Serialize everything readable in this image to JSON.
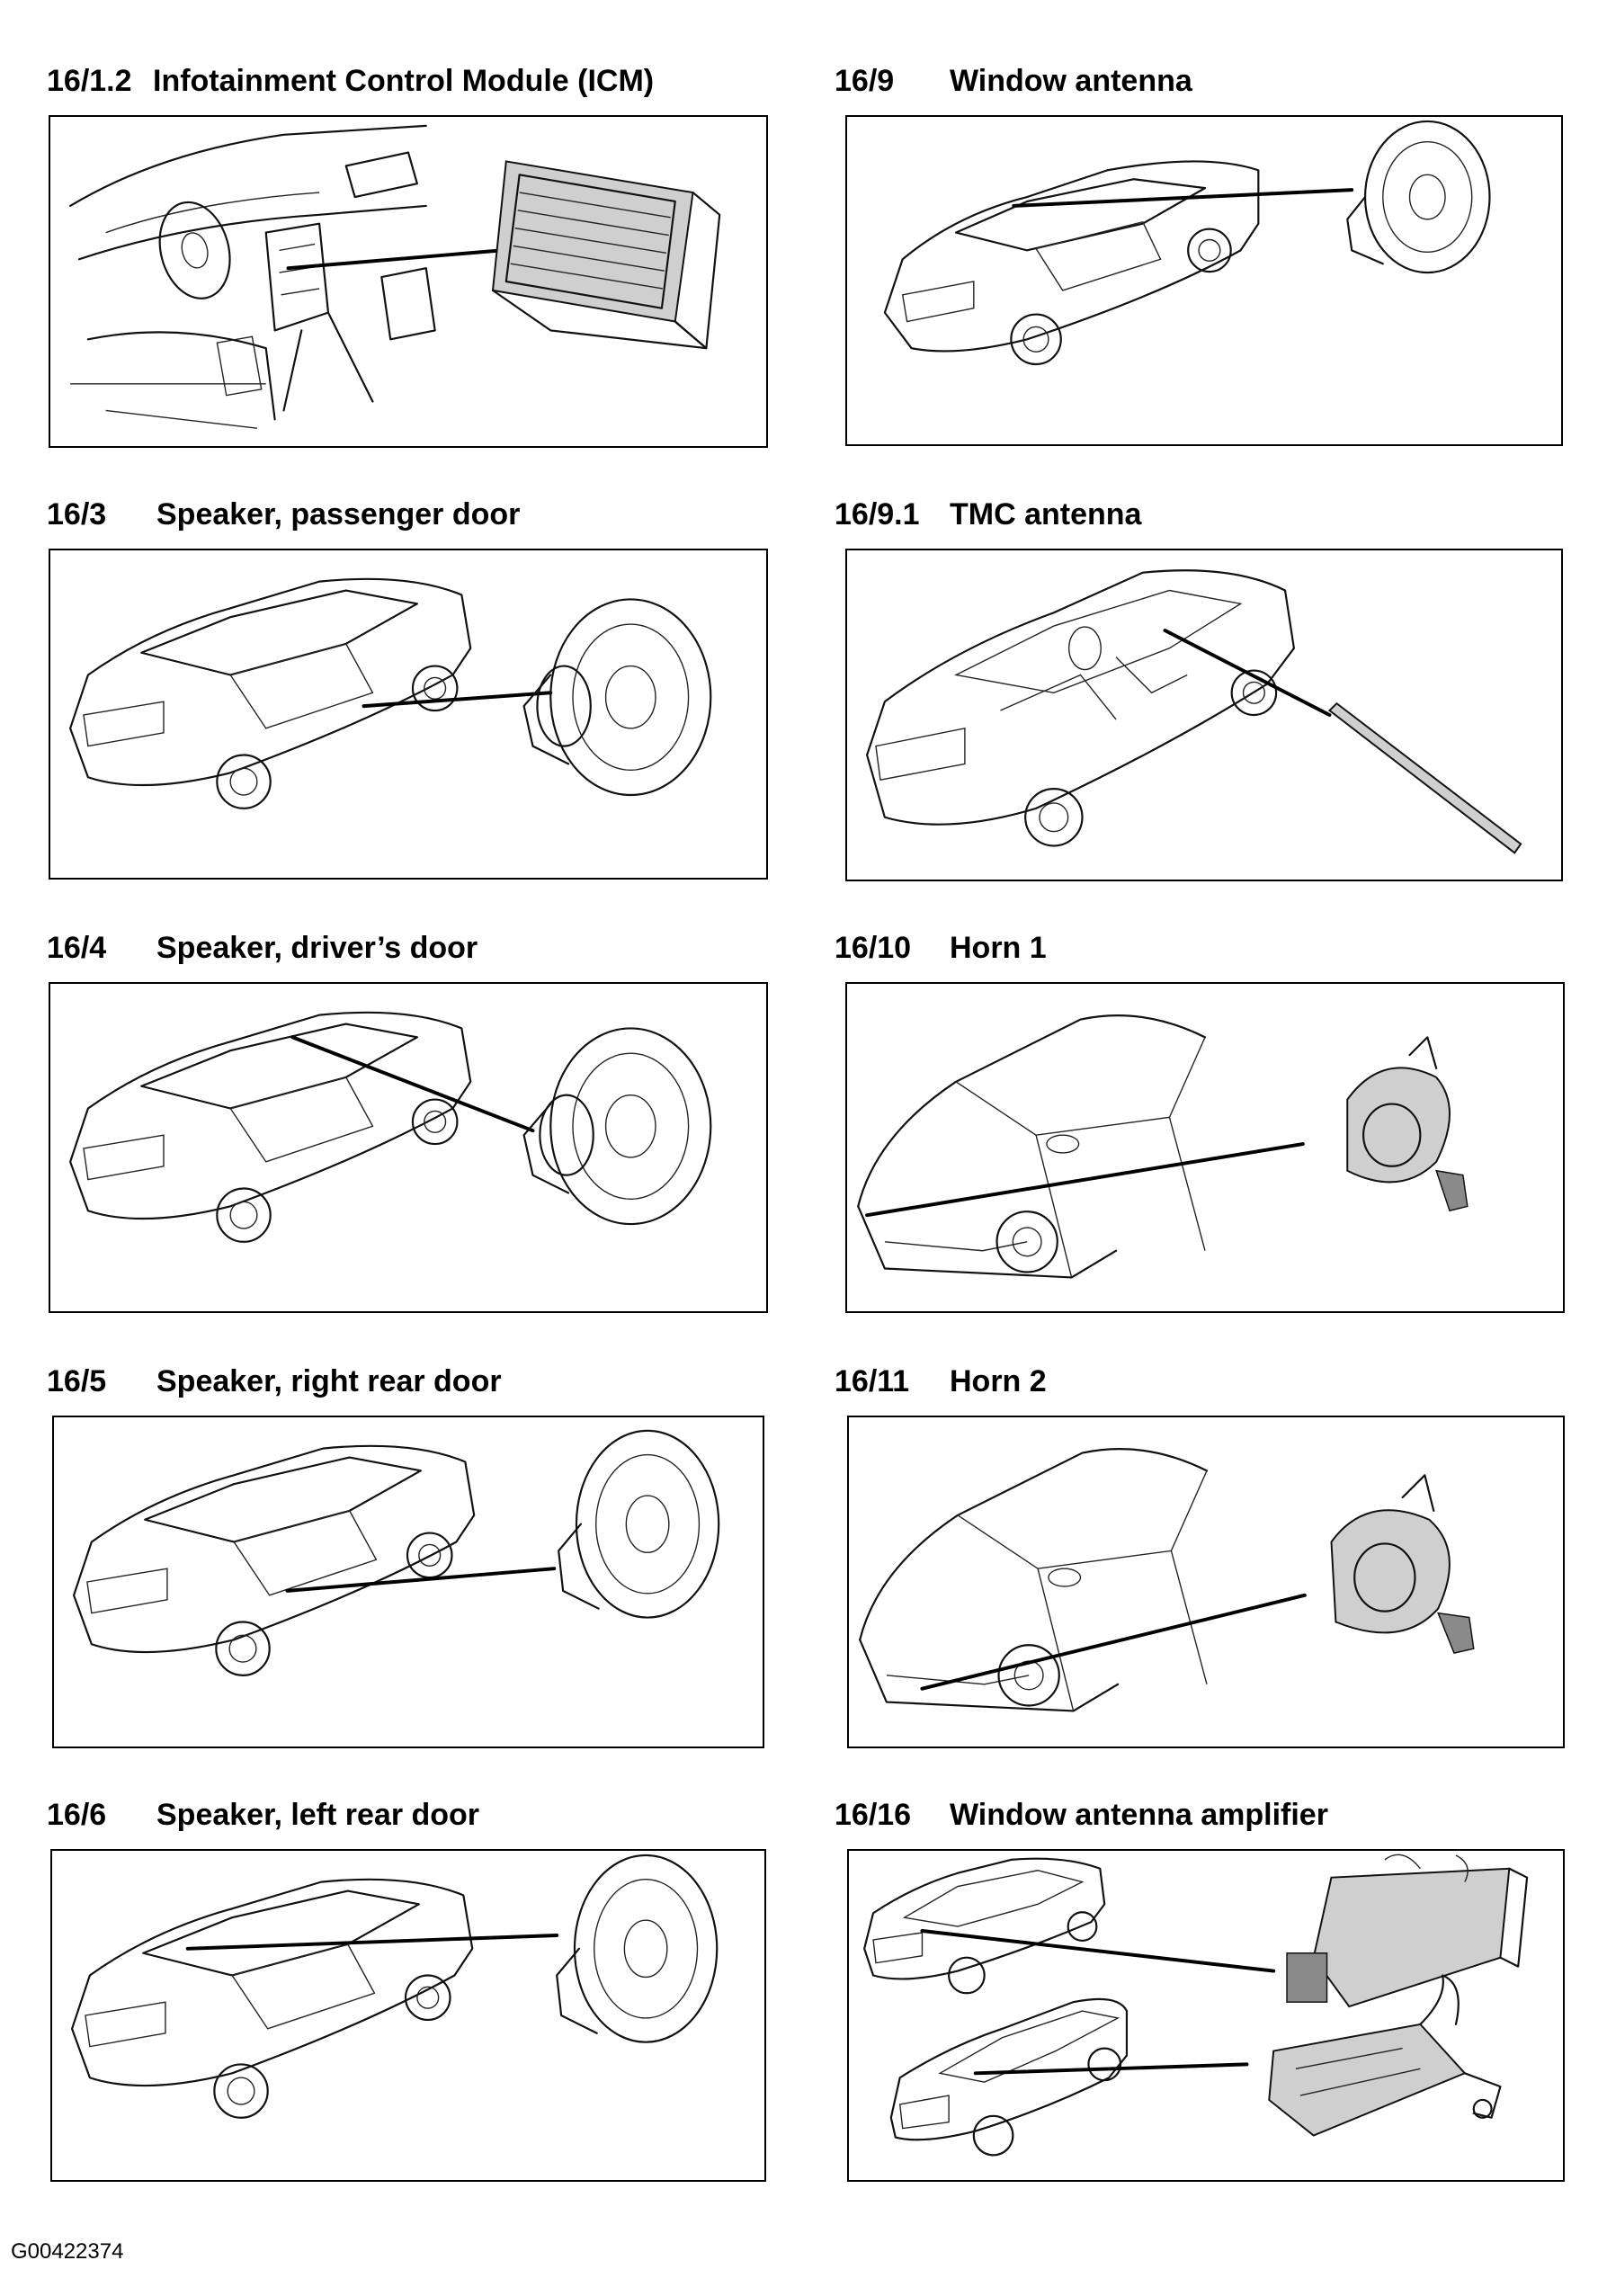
{
  "figure_id": "G00422374",
  "components": [
    {
      "code": "16/1.2",
      "label": "Infotainment Control Module (ICM)",
      "illustration": "interior-dashboard-with-module"
    },
    {
      "code": "16/9",
      "label": "Window antenna",
      "illustration": "sedan-with-speaker"
    },
    {
      "code": "16/3",
      "label": "Speaker, passenger door",
      "illustration": "sedan-with-speaker"
    },
    {
      "code": "16/9.1",
      "label": "TMC antenna",
      "illustration": "sedan-interior-with-antenna-strip"
    },
    {
      "code": "16/4",
      "label": "Speaker, driver’s door",
      "illustration": "sedan-with-speaker"
    },
    {
      "code": "16/10",
      "label": "Horn 1",
      "illustration": "car-front-with-horn"
    },
    {
      "code": "16/5",
      "label": "Speaker, right rear door",
      "illustration": "sedan-with-speaker"
    },
    {
      "code": "16/11",
      "label": "Horn 2",
      "illustration": "car-front-with-horn"
    },
    {
      "code": "16/6",
      "label": "Speaker, left rear door",
      "illustration": "sedan-with-speaker"
    },
    {
      "code": "16/16",
      "label": "Window antenna amplifier",
      "illustration": "sedan-and-wagon-with-amplifiers"
    }
  ]
}
